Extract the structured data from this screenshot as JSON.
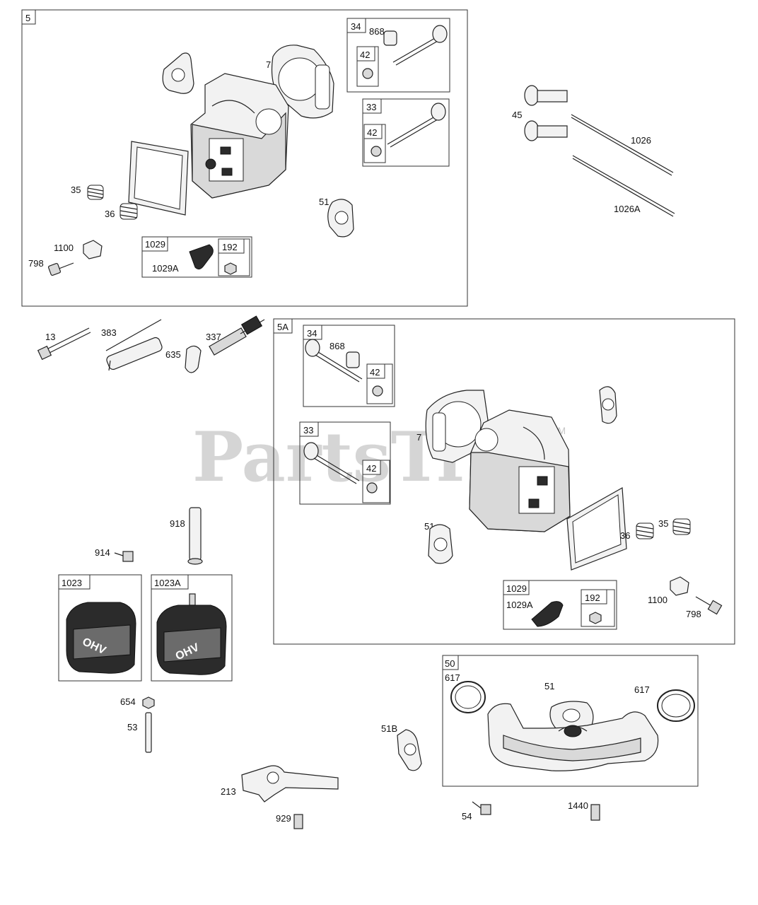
{
  "watermark": {
    "text": "PartsTree",
    "tm": "TM"
  },
  "groups": {
    "g5": "5",
    "g5a": "5A",
    "g50": "50",
    "g34a": "34",
    "g42a": "42",
    "g33a": "33",
    "g42b": "42",
    "g1029a": "1029",
    "g192a": "192",
    "g34b": "34",
    "g42c": "42",
    "g33b": "33",
    "g42d": "42",
    "g1029b": "1029",
    "g192b": "192",
    "g1023": "1023",
    "g1023a": "1023A"
  },
  "labels": {
    "l7a": "7",
    "l868a": "868",
    "l35a": "35",
    "l36a": "36",
    "l51a": "51",
    "l1100a": "1100",
    "l798a": "798",
    "l1029Aa": "1029A",
    "l45": "45",
    "l1026": "1026",
    "l1026A": "1026A",
    "l13": "13",
    "l383": "383",
    "l337": "337",
    "l635": "635",
    "l868b": "868",
    "l7b": "7",
    "l51b": "51",
    "l35b": "35",
    "l36b": "36",
    "l1029Ab": "1029A",
    "l1100b": "1100",
    "l798b": "798",
    "l918": "918",
    "l914": "914",
    "l654": "654",
    "l53": "53",
    "l213": "213",
    "l929": "929",
    "l51B": "51B",
    "l617a": "617",
    "l51c": "51",
    "l617b": "617",
    "l54": "54",
    "l1440": "1440"
  },
  "cover_text": "OHV"
}
